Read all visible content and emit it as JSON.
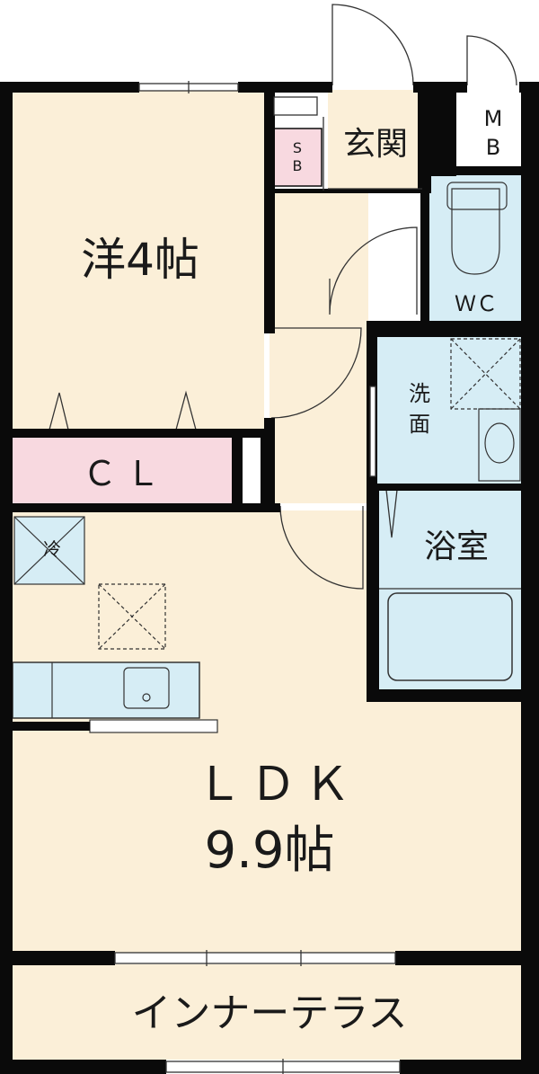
{
  "floorplan": {
    "rooms": {
      "western_room": {
        "label": "洋4帖"
      },
      "closet": {
        "label": "ＣＬ"
      },
      "entrance": {
        "label": "玄関"
      },
      "shoe_box": {
        "label_top": "S",
        "label_bottom": "B"
      },
      "meter_box": {
        "label_top": "M",
        "label_bottom": "B"
      },
      "toilet": {
        "label": "ＷＣ"
      },
      "washroom": {
        "label_top": "洗",
        "label_bottom": "面"
      },
      "bathroom": {
        "label": "浴室"
      },
      "fridge": {
        "label": "冷"
      },
      "ldk": {
        "label": "ＬＤＫ",
        "size": "9.9帖"
      },
      "terrace": {
        "label": "インナーテラス"
      }
    },
    "colors": {
      "floor": "#fbefd8",
      "wet_area": "#d6edf5",
      "closet": "#f8d9e0",
      "wall": "#0a0a0a"
    }
  }
}
